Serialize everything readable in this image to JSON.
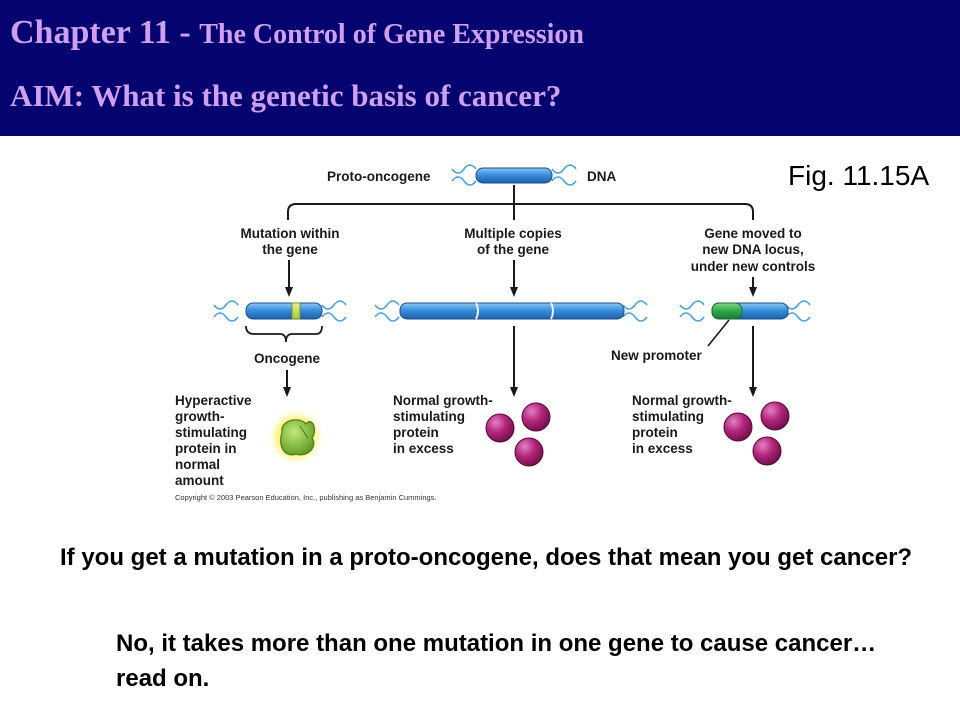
{
  "header": {
    "title_prefix": "Chapter 11 - ",
    "title_rest": "The Control of Gene Expression",
    "aim": "AIM: What is the genetic basis of  cancer?"
  },
  "figure": {
    "label": "Fig. 11.15A",
    "top_left_label": "Proto-oncogene",
    "top_right_label": "DNA",
    "branches": [
      {
        "heading": [
          "Mutation within",
          "the gene"
        ],
        "dna_label": "Oncogene",
        "outcome": [
          "Hyperactive",
          "growth-",
          "stimulating",
          "protein in",
          "normal",
          "amount"
        ]
      },
      {
        "heading": [
          "Multiple copies",
          "of the gene"
        ],
        "outcome": [
          "Normal growth-",
          "stimulating",
          "protein",
          "in excess"
        ]
      },
      {
        "heading": [
          "Gene moved to",
          "new DNA locus,",
          "under new controls"
        ],
        "dna_label": "New promoter",
        "outcome": [
          "Normal growth-",
          "stimulating",
          "protein",
          "in excess"
        ]
      }
    ],
    "copyright": "Copyright © 2003 Pearson Education, Inc., publishing as Benjamin Cummings.",
    "colors": {
      "gene": "#3a8fdc",
      "mutation": "#b8d84a",
      "promoter": "#2ea84a",
      "protein_normal": "#b0247a",
      "protein_hyperactive": "#7ab833",
      "helix": "#4aa0e0"
    }
  },
  "text": {
    "question": "If you get a mutation in a proto-oncogene, does that mean you get cancer?",
    "answer": "No, it takes more than one mutation in one gene to cause cancer…read on."
  }
}
